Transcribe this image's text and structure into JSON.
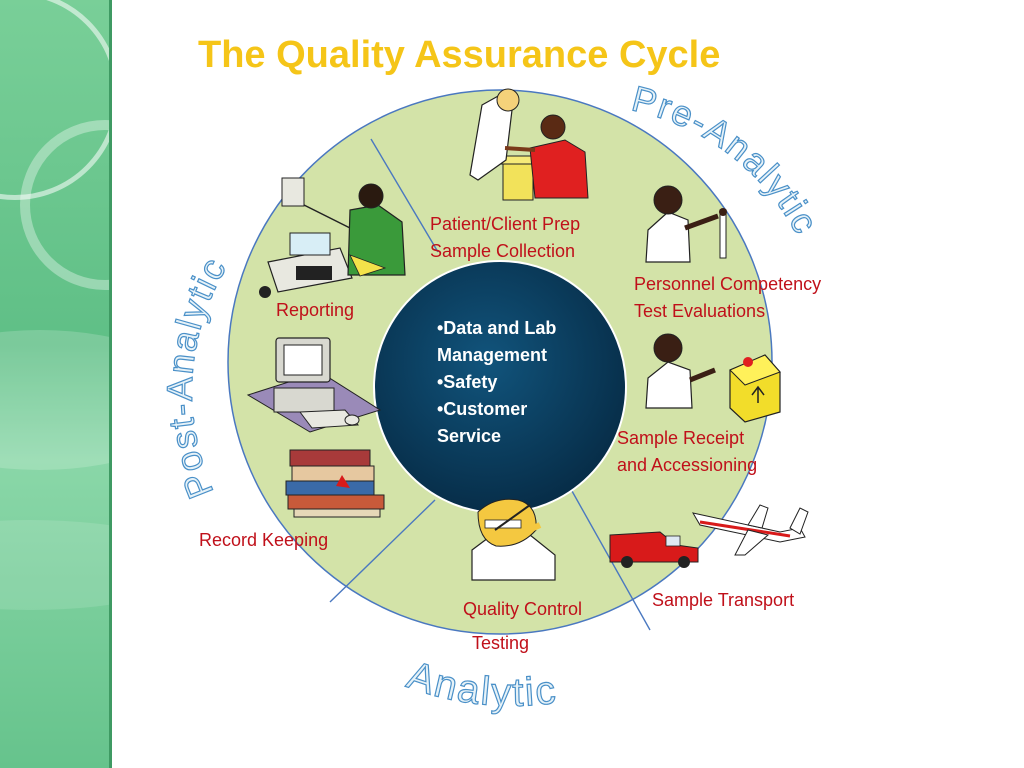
{
  "slide": {
    "title": "The Quality Assurance Cycle"
  },
  "phases": {
    "pre": "Pre-Analytic",
    "analytic": "Analytic",
    "post": "Post-Analytic"
  },
  "center": {
    "lines": [
      "•Data and Lab",
      "Management",
      "•Safety",
      "•Customer",
      "Service"
    ]
  },
  "steps": {
    "patient_prep": "Patient/Client Prep",
    "sample_collection": "Sample Collection",
    "personnel": "Personnel Competency",
    "test_eval": "Test Evaluations",
    "receipt": "Sample Receipt",
    "accessioning": "and Accessioning",
    "transport": "Sample Transport",
    "quality_control": "Quality Control",
    "testing": "Testing",
    "record_keeping": "Record Keeping",
    "reporting": "Reporting"
  },
  "colors": {
    "title": "#f5c518",
    "ring": "#d3e3a8",
    "center": "#0a4a6e",
    "phase_text": "#e6f2f8",
    "phase_outline": "#4a90c8",
    "step_text": "#c0101a"
  }
}
